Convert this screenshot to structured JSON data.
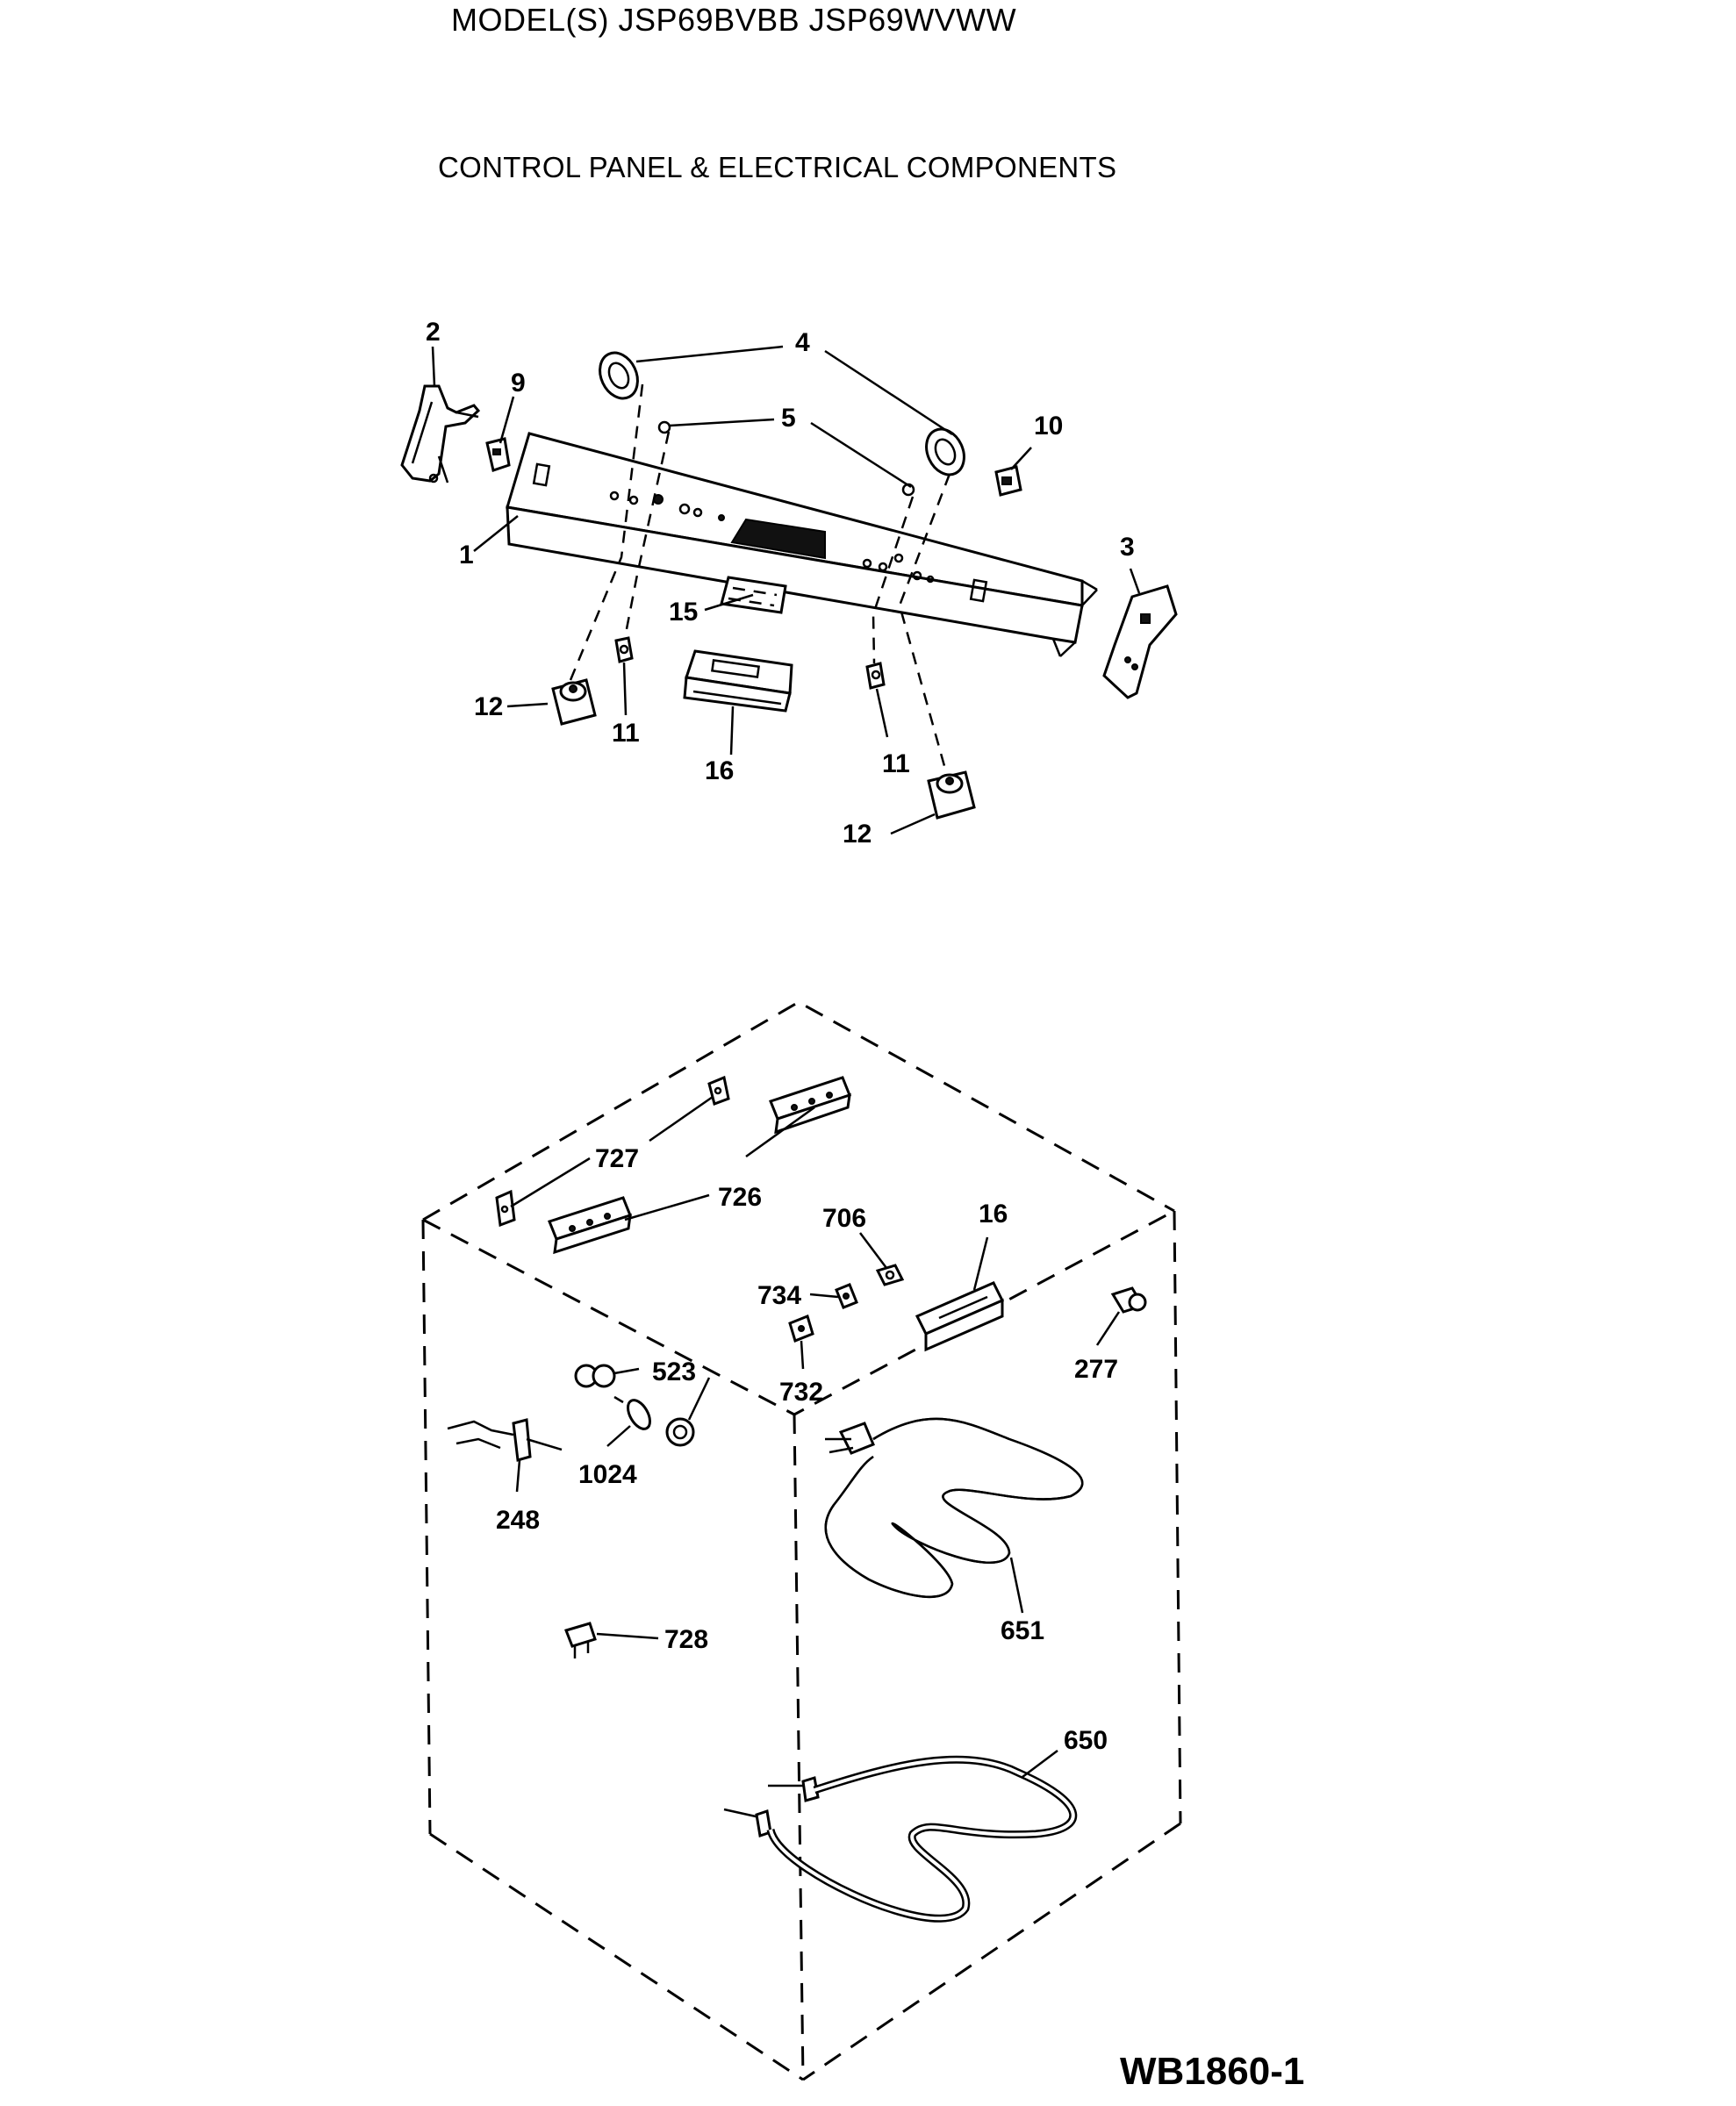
{
  "header": {
    "model_line": "MODEL(S) JSP69BVBB  JSP69WVWW",
    "section_title": "CONTROL PANEL & ELECTRICAL COMPONENTS"
  },
  "footer": {
    "diagram_code": "WB1860-1"
  },
  "control_panel_callouts": {
    "c1": "1",
    "c2": "2",
    "c3": "3",
    "c4": "4",
    "c5": "5",
    "c9": "9",
    "c10": "10",
    "c11a": "11",
    "c11b": "11",
    "c12a": "12",
    "c12b": "12",
    "c15": "15",
    "c16": "16"
  },
  "electrical_callouts": {
    "c727": "727",
    "c726": "726",
    "c706": "706",
    "c16": "16",
    "c734": "734",
    "c732": "732",
    "c277": "277",
    "c523": "523",
    "c1024": "1024",
    "c248": "248",
    "c728": "728",
    "c651": "651",
    "c650": "650"
  }
}
